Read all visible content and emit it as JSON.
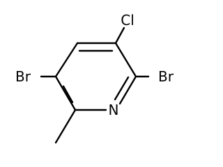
{
  "molecule": {
    "atoms": {
      "cl": "Cl",
      "br_left": "Br",
      "br_right": "Br",
      "n": "N"
    }
  }
}
